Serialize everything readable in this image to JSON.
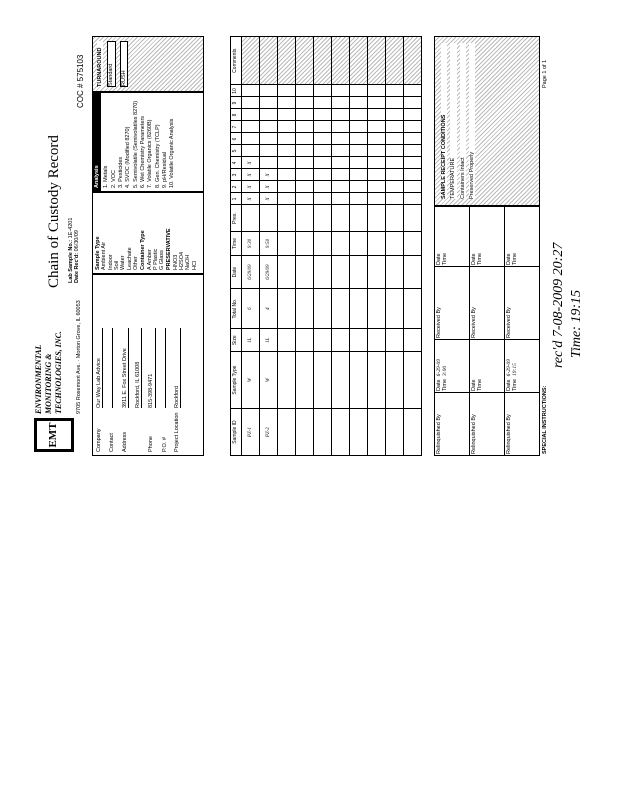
{
  "header": {
    "company_name": [
      "ENVIRONMENTAL",
      "MONITORING &",
      "TECHNOLOGIES, INC."
    ],
    "logo_text": "EMT",
    "title": "Chain of Custody Record",
    "address": "9705 Rosemont Ave. · Morton Grove, IL 60053",
    "lab_sample_label": "Lab Sample No.:",
    "lab_sample_value": "1E-4201",
    "date_label": "Date Rec'd:",
    "date_value": "06/30/09",
    "coc_label": "COC #",
    "coc_value": "575103"
  },
  "client": {
    "fields": [
      {
        "label": "Company",
        "value": "Our Way Lab Advice"
      },
      {
        "label": "Contact",
        "value": ""
      },
      {
        "label": "Address",
        "value": "3911 E. Fox Street Drive"
      },
      {
        "label": "",
        "value": "Rockford, IL 61008"
      },
      {
        "label": "Phone",
        "value": "815-398-9471"
      },
      {
        "label": "P.O. #",
        "value": ""
      },
      {
        "label": "Project Location",
        "value": "Rockford"
      }
    ]
  },
  "codes": {
    "matrix_title": "Sample Type",
    "matrix": [
      "Ambient Air",
      "Indoor",
      "Soil",
      "Water",
      "Leachate",
      "Other"
    ],
    "container_title": "Container Type",
    "container": [
      "A Amber",
      "P Plastic",
      "G Glass"
    ],
    "preservative_title": "PRESERVATIVE",
    "preservative": [
      "HNO3",
      "H2SO4",
      "NaOH",
      "HCl"
    ]
  },
  "analysis": {
    "title": "Analysis",
    "items": [
      "1. Metals",
      "2. VOC",
      "3. Pesticides",
      "4. SVOC (Modified 8270)",
      "5. Semivolatile (Semivolatiles 8270)",
      "6. Wet Chemistry Parameters",
      "7. Volatile Organics (8260B)",
      "8. Gen. Chemistry (TCLP)",
      "9. pH/Residual",
      "10. Volatile Organic Analysis"
    ]
  },
  "turnaround": {
    "title": "TURNAROUND",
    "options": [
      "Standard",
      "RUSH"
    ]
  },
  "table": {
    "headers": [
      "Sample ID",
      "Sample Type",
      "Size",
      "Total No.",
      "Date",
      "Time",
      "Pres.",
      "1",
      "2",
      "3",
      "4",
      "5",
      "6",
      "7",
      "8",
      "9",
      "10",
      "Comments"
    ],
    "rows": [
      [
        "PZ-1",
        "W",
        "1L",
        "6",
        "6/29/09",
        "9:30",
        "",
        "X",
        "X",
        "X",
        "X",
        "",
        "",
        "",
        "",
        "",
        "",
        ""
      ],
      [
        "PZ-2",
        "W",
        "1L",
        "4",
        "6/29/09",
        "9:50",
        "",
        "X",
        "X",
        "X",
        "",
        "",
        "",
        "",
        "",
        "",
        "",
        ""
      ],
      [
        "",
        "",
        "",
        "",
        "",
        "",
        "",
        "",
        "",
        "",
        "",
        "",
        "",
        "",
        "",
        "",
        "",
        ""
      ],
      [
        "",
        "",
        "",
        "",
        "",
        "",
        "",
        "",
        "",
        "",
        "",
        "",
        "",
        "",
        "",
        "",
        "",
        ""
      ],
      [
        "",
        "",
        "",
        "",
        "",
        "",
        "",
        "",
        "",
        "",
        "",
        "",
        "",
        "",
        "",
        "",
        "",
        ""
      ],
      [
        "",
        "",
        "",
        "",
        "",
        "",
        "",
        "",
        "",
        "",
        "",
        "",
        "",
        "",
        "",
        "",
        "",
        ""
      ],
      [
        "",
        "",
        "",
        "",
        "",
        "",
        "",
        "",
        "",
        "",
        "",
        "",
        "",
        "",
        "",
        "",
        "",
        ""
      ],
      [
        "",
        "",
        "",
        "",
        "",
        "",
        "",
        "",
        "",
        "",
        "",
        "",
        "",
        "",
        "",
        "",
        "",
        ""
      ],
      [
        "",
        "",
        "",
        "",
        "",
        "",
        "",
        "",
        "",
        "",
        "",
        "",
        "",
        "",
        "",
        "",
        "",
        ""
      ],
      [
        "",
        "",
        "",
        "",
        "",
        "",
        "",
        "",
        "",
        "",
        "",
        "",
        "",
        "",
        "",
        "",
        "",
        ""
      ]
    ]
  },
  "signatures": {
    "relinquished_label": "Relinquished By",
    "received_label": "Received By",
    "date_label": "Date",
    "time_label": "Time",
    "entries": [
      {
        "date": "6-29-09",
        "time": "3:00"
      },
      {
        "date": "",
        "time": ""
      },
      {
        "date": "6-29-09",
        "time": "19:15"
      }
    ]
  },
  "receipt": {
    "title": "SAMPLE RECEIPT CONDITIONS",
    "items": [
      "TEMPERATURE",
      "Containers Intact",
      "Preserved Properly"
    ]
  },
  "special_instructions": "SPECIAL INSTRUCTIONS:",
  "handwritten": {
    "line1": "rec'd 7-08-2009 20:27",
    "line2": "Time: 19:15"
  },
  "footer": {
    "page": "Page 1 of 1"
  }
}
